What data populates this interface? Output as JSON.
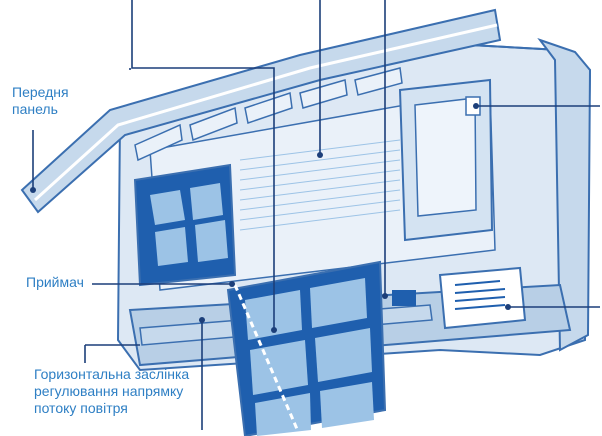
{
  "labels": {
    "front_panel_line1": "Передня",
    "front_panel_line2": "панель",
    "receiver": "Приймач",
    "flap_line1": "Горизонтальна заслінка",
    "flap_line2": "регулювання напрямку",
    "flap_line3": "потоку повітря"
  },
  "colors": {
    "label_text": "#2e7fc4",
    "leader_line": "#1c3f7a",
    "unit_fill": "#dde8f4",
    "unit_dark": "#b8cfe6",
    "outline": "#3b6fb0",
    "filter_blue": "#1f5fae",
    "filter_light": "#9cc3e6"
  }
}
